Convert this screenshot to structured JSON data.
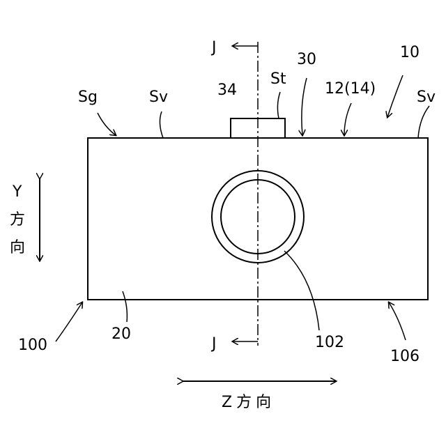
{
  "labels": {
    "sg": "Sg",
    "sv_left": "Sv",
    "sv_right": "Sv",
    "n34": "34",
    "st": "St",
    "n30": "30",
    "n12": "12(14)",
    "n10": "10",
    "j_top": "J",
    "j_bottom": "J",
    "n20": "20",
    "n100": "100",
    "n102": "102",
    "n106": "106",
    "y_axis": [
      "Y",
      "方",
      "向"
    ],
    "z_axis": "Z方向"
  }
}
